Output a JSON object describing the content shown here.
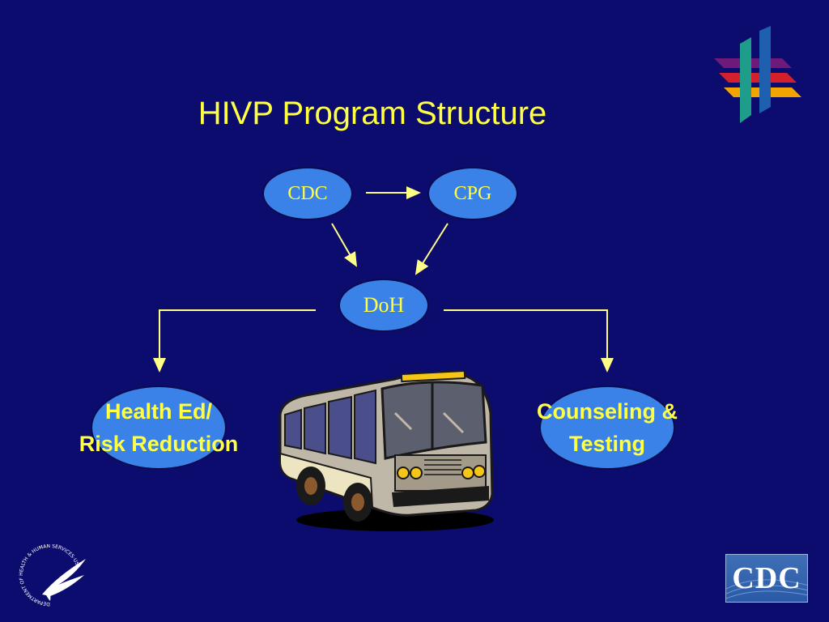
{
  "slide": {
    "title": "HIVP Program Structure"
  },
  "nodes": {
    "cdc": "CDC",
    "cpg": "CPG",
    "doh": "DoH",
    "health_ed_line1": "Health Ed/",
    "health_ed_line2": "Risk Reduction",
    "counseling_line1": "Counseling &",
    "counseling_line2": "Testing"
  },
  "logos": {
    "cdc_logo_text": "CDC",
    "hhs_seal_text": "DEPARTMENT OF HEALTH & HUMAN SERVICES·USA"
  },
  "colors": {
    "background": "#0c0c6e",
    "node_fill": "#3b82e8",
    "text": "#ffff44",
    "arrows": "#ffff88"
  }
}
